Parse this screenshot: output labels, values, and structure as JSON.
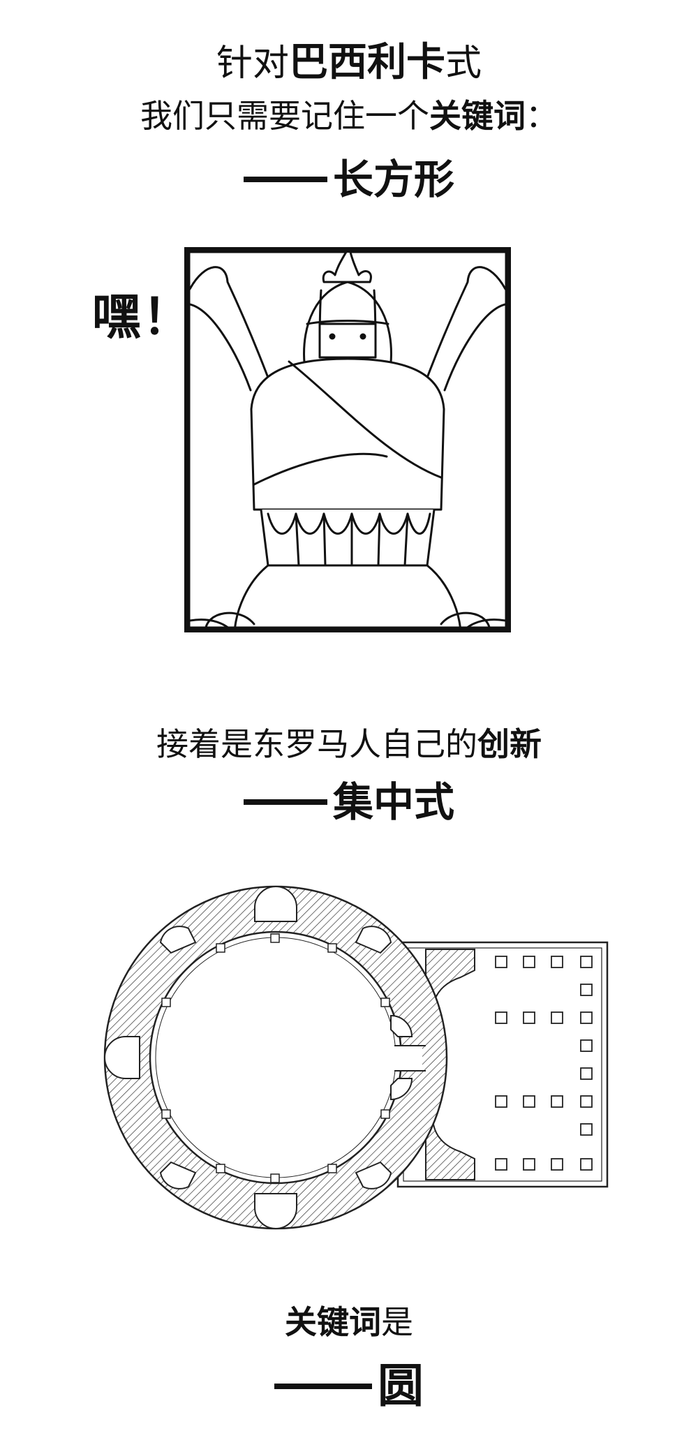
{
  "section1": {
    "line1_prefix": "针对",
    "line1_bold": "巴西利卡",
    "line1_suffix": "式",
    "line2_text": "我们只需要记住一个",
    "line2_bold": "关键词",
    "line2_colon": "：",
    "keyword": "长方形"
  },
  "comic": {
    "exclamation": "嘿！"
  },
  "section2": {
    "line1_text": "接着是东罗马人自己的",
    "line1_bold": "创新",
    "keyword": "集中式"
  },
  "section3": {
    "line1_bold": "关键词",
    "line1_suffix": "是",
    "keyword": "圆"
  },
  "colors": {
    "ink": "#111111",
    "background": "#ffffff"
  }
}
